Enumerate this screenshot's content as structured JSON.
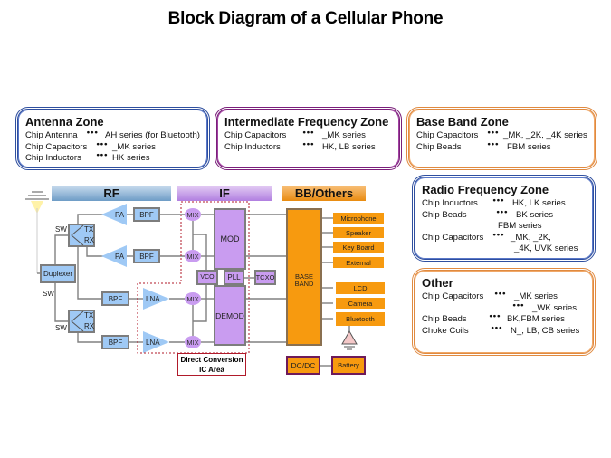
{
  "title": "Block Diagram of a Cellular Phone",
  "zones": {
    "antenna": {
      "title": "Antenna Zone",
      "rows": [
        {
          "label": "Chip Antenna",
          "dots": "•••",
          "value": "AH series (for Bluetooth)"
        },
        {
          "label": "Chip Capacitors",
          "dots": "•••",
          "value": "_MK series"
        },
        {
          "label": "Chip Inductors",
          "dots": "•••",
          "value": "HK  series"
        }
      ]
    },
    "intermediate": {
      "title": "Intermediate Frequency Zone",
      "rows": [
        {
          "label": "Chip Capacitors",
          "dots": "•••",
          "value": "_MK series"
        },
        {
          "label": "Chip Inductors",
          "dots": "•••",
          "value": "HK, LB series"
        }
      ]
    },
    "baseband": {
      "title": "Base Band Zone",
      "rows": [
        {
          "label": "Chip Capacitors",
          "dots": "•••",
          "value": "_MK, _2K, _4K series"
        },
        {
          "label": "Chip Beads",
          "dots": "•••",
          "value": "FBM series"
        }
      ]
    },
    "radio": {
      "title": "Radio Frequency Zone",
      "rows": [
        {
          "label": "Chip Inductors",
          "dots": "•••",
          "value": "HK, LK series"
        },
        {
          "label": "Chip Beads",
          "dots": "•••",
          "value": "BK series"
        },
        {
          "label": "",
          "dots": "",
          "value": "FBM series"
        },
        {
          "label": "Chip Capacitors",
          "dots": "•••",
          "value": "_MK, _2K,"
        },
        {
          "label": "",
          "dots": "",
          "value": "_4K, UVK series"
        }
      ]
    },
    "other": {
      "title": "Other",
      "rows": [
        {
          "label": "Chip Capacitors",
          "dots": "•••",
          "value": "_MK series"
        },
        {
          "label": "",
          "dots": "•••",
          "value": "_WK series"
        },
        {
          "label": "Chip Beads",
          "dots": "•••",
          "value": "BK,FBM series"
        },
        {
          "label": "Choke Coils",
          "dots": "•••",
          "value": "N_, LB, CB series"
        }
      ]
    }
  },
  "diagram": {
    "bands": {
      "rf": "RF",
      "if": "IF",
      "bb": "BB/Others"
    },
    "rf_blocks": {
      "pa": "PA",
      "bpf": "BPF",
      "lna": "LNA",
      "duplexer": "Duplexer",
      "sw": "SW",
      "tx": "TX",
      "rx": "RX"
    },
    "if_blocks": {
      "mix": "MIX",
      "mod": "MOD",
      "demod": "DEMOD",
      "vco": "VCO",
      "pll": "PLL",
      "tcxo": "TCXO"
    },
    "baseband_block": [
      "BASE",
      "BAND"
    ],
    "peripherals": [
      "Microphone",
      "Speaker",
      "Key Board",
      "External",
      "LCD",
      "Camera",
      "Bluetooth"
    ],
    "power": {
      "dcdc": "DC/DC",
      "battery": "Battery"
    },
    "dc_area": [
      "Direct Conversion",
      "IC Area"
    ]
  },
  "colors": {
    "rf_block": "#9fc9f5",
    "if_block": "#c99cf0",
    "bb_block": "#f79a0f",
    "zone_blue": "#2f4f9f",
    "zone_purple": "#7a1f7a",
    "zone_orange": "#e08a40"
  }
}
